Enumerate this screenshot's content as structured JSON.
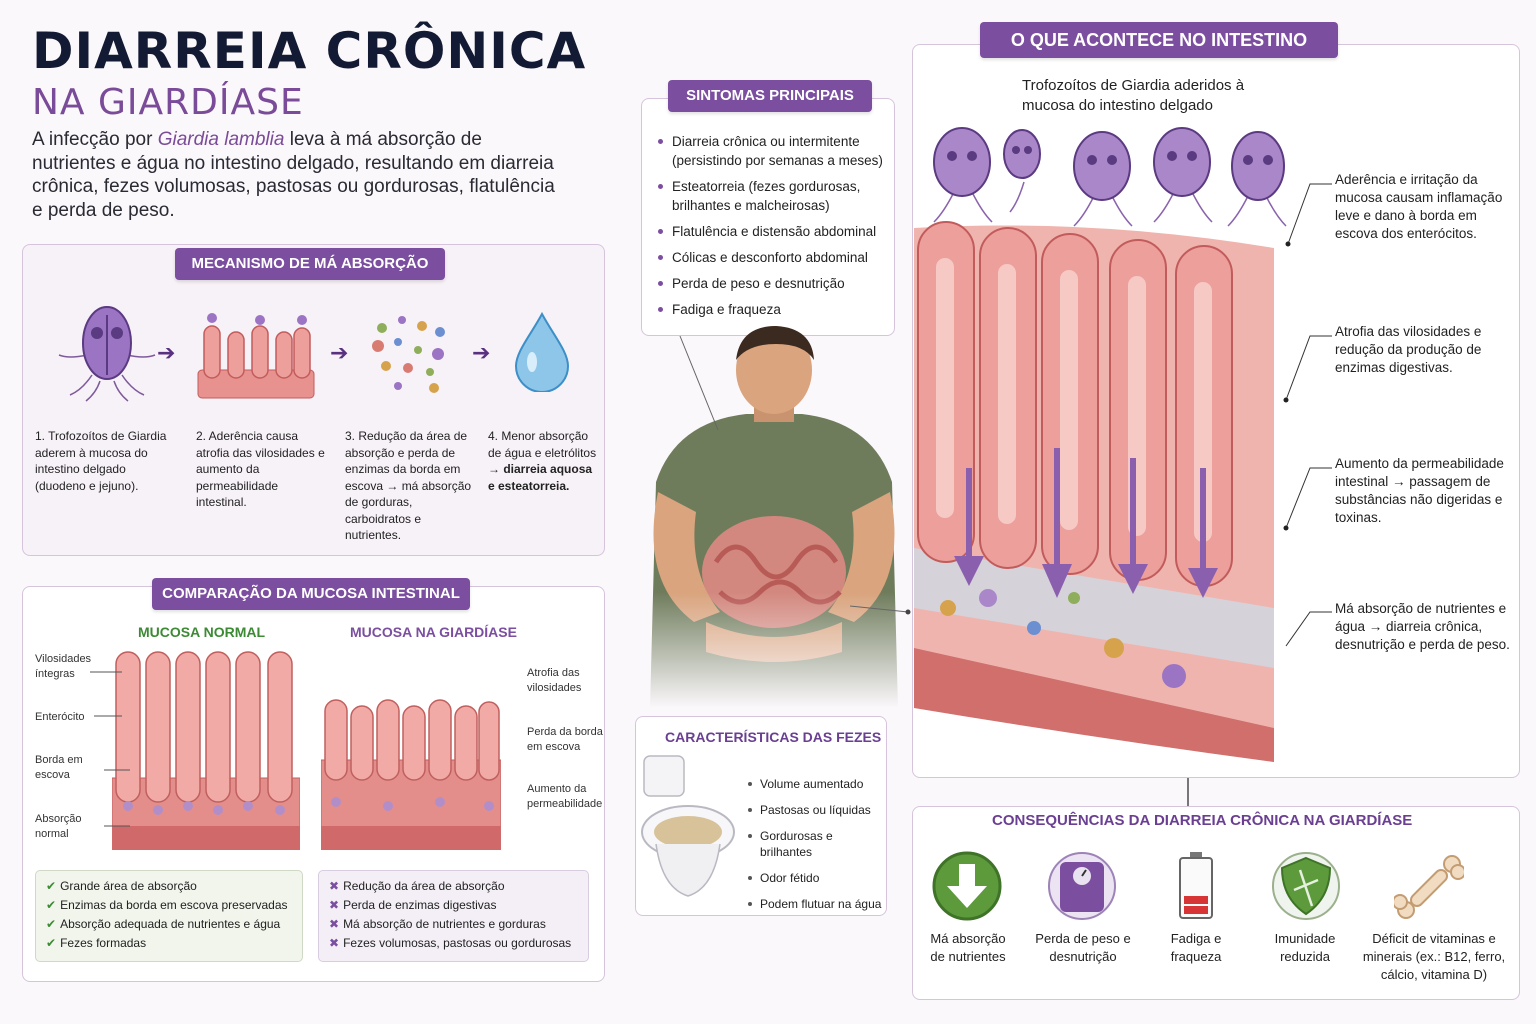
{
  "header": {
    "title": "DIARREIA CRÔNICA",
    "subtitle": "NA GIARDÍASE",
    "intro_before": "A infecção por ",
    "intro_species": "Giardia lamblia",
    "intro_after": " leva à má absorção de nutrientes e água no intestino delgado, resultando em diarreia crônica, fezes volumosas, pastosas ou gordurosas, flatulência e perda de peso."
  },
  "mechanism": {
    "tag": "MECANISMO DE MÁ ABSORÇÃO",
    "steps": [
      "1. Trofozoítos de Giardia aderem à mucosa do intestino delgado (duodeno e jejuno).",
      "2. Aderência causa atrofia das vilosidades e aumento da permeabilidade intestinal.",
      "3. Redução da área de absorção e perda de enzimas da borda em escova → má absorção de gorduras, carboidratos e nutrientes.",
      "4. Menor absorção de água e eletrólitos"
    ],
    "step4_bold": "→ diarreia aquosa e esteatorreia."
  },
  "comparison": {
    "tag": "COMPARAÇÃO DA MUCOSA INTESTINAL",
    "normal_head": "MUCOSA NORMAL",
    "giardia_head": "MUCOSA NA GIARDÍASE",
    "normal_labels": [
      "Vilosidades íntegras",
      "Enterócito",
      "Borda em escova",
      "Absorção normal"
    ],
    "giardia_labels": [
      "Atrofia das vilosidades",
      "Perda da borda em escova",
      "Aumento da permeabilidade"
    ],
    "normal_list": [
      "Grande área de absorção",
      "Enzimas da borda em escova preservadas",
      "Absorção adequada de nutrientes e água",
      "Fezes formadas"
    ],
    "giardia_list": [
      "Redução da área de absorção",
      "Perda de enzimas digestivas",
      "Má absorção de nutrientes e gorduras",
      "Fezes volumosas, pastosas ou gordurosas"
    ]
  },
  "symptoms": {
    "tag": "SINTOMAS PRINCIPAIS",
    "items": [
      "Diarreia crônica ou intermitente (persistindo por semanas a meses)",
      "Esteatorreia (fezes gordurosas, brilhantes e malcheirosas)",
      "Flatulência e distensão abdominal",
      "Cólicas e desconforto abdominal",
      "Perda de peso e desnutrição",
      "Fadiga e fraqueza"
    ]
  },
  "stool": {
    "tag": "CARACTERÍSTICAS DAS FEZES",
    "items": [
      "Volume aumentado",
      "Pastosas ou líquidas",
      "Gordurosas e brilhantes",
      "Odor fétido",
      "Podem flutuar na água"
    ]
  },
  "intestine": {
    "tag": "O QUE ACONTECE NO INTESTINO",
    "top_label": "Trofozoítos de Giardia aderidos à mucosa do intestino delgado",
    "annotations": [
      "Aderência e irritação da mucosa causam inflamação leve e dano à borda em escova dos enterócitos.",
      "Atrofia das vilosidades e redução da produção de enzimas digestivas.",
      "Aumento da permeabilidade intestinal → passagem de substâncias não digeridas e toxinas.",
      "Má absorção de nutrientes e água → diarreia crônica, desnutrição e perda de peso."
    ]
  },
  "consequences": {
    "tag": "CONSEQUÊNCIAS DA DIARREIA CRÔNICA NA GIARDÍASE",
    "items": [
      {
        "label": "Má absorção de nutrientes",
        "icon": "down-arrow-icon"
      },
      {
        "label": "Perda de peso e desnutrição",
        "icon": "scale-icon"
      },
      {
        "label": "Fadiga e fraqueza",
        "icon": "low-battery-icon"
      },
      {
        "label": "Imunidade reduzida",
        "icon": "shield-icon"
      },
      {
        "label": "Déficit de vitaminas e minerais (ex.: B12, ferro, cálcio, vitamina D)",
        "icon": "bone-icon"
      }
    ]
  },
  "colors": {
    "purple": "#7b4ea0",
    "navy": "#131a33",
    "green": "#3c8a33",
    "tissue": "#e58c8c"
  }
}
